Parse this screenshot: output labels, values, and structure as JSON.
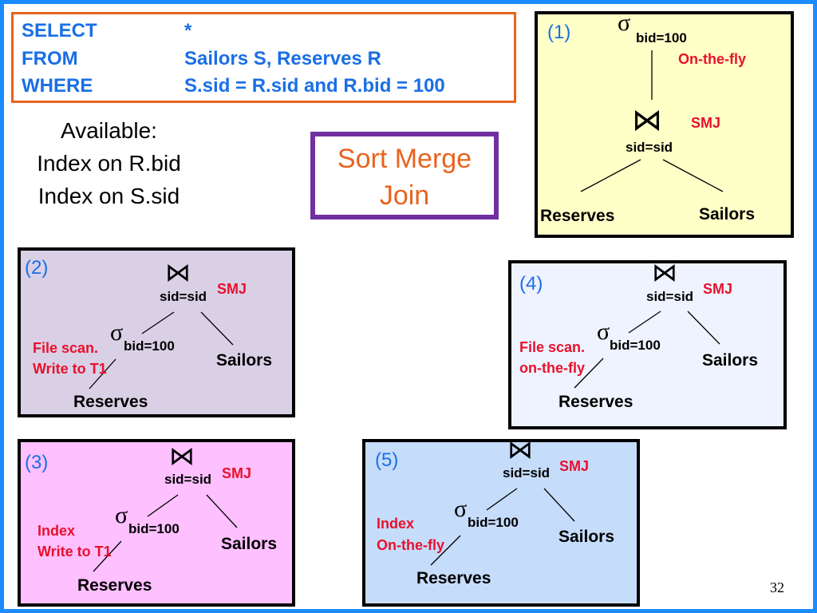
{
  "sql": {
    "select_kw": "SELECT",
    "select_val": "*",
    "from_kw": "FROM",
    "from_val": "Sailors S, Reserves R",
    "where_kw": "WHERE",
    "where_val": "S.sid =  R.sid and R.bid = 100"
  },
  "available": {
    "title": "Available:",
    "line1": "Index on R.bid",
    "line2": "Index on S.sid"
  },
  "smj_box": {
    "line1": "Sort Merge",
    "line2": "Join"
  },
  "symbols": {
    "sigma": "σ",
    "join": "⋈"
  },
  "plans": {
    "p1": {
      "num": "(1)",
      "bid": "bid=100",
      "onfly": "On-the-fly",
      "smj": "SMJ",
      "sid": "sid=sid",
      "reserves": "Reserves",
      "sailors": "Sailors"
    },
    "p2": {
      "num": "(2)",
      "sid": "sid=sid",
      "smj": "SMJ",
      "bid": "bid=100",
      "note1": "File scan.",
      "note2": "Write to T1",
      "reserves": "Reserves",
      "sailors": "Sailors"
    },
    "p3": {
      "num": "(3)",
      "sid": "sid=sid",
      "smj": "SMJ",
      "bid": "bid=100",
      "note1": "Index",
      "note2": "Write to T1",
      "reserves": "Reserves",
      "sailors": "Sailors"
    },
    "p4": {
      "num": "(4)",
      "sid": "sid=sid",
      "smj": "SMJ",
      "bid": "bid=100",
      "note1": "File scan.",
      "note2": "on-the-fly",
      "reserves": "Reserves",
      "sailors": "Sailors"
    },
    "p5": {
      "num": "(5)",
      "sid": "sid=sid",
      "smj": "SMJ",
      "bid": "bid=100",
      "note1": "Index",
      "note2": "On-the-fly",
      "reserves": "Reserves",
      "sailors": "Sailors"
    }
  },
  "page_number": "32",
  "colors": {
    "frame": "#1a8cff",
    "sql_border": "#e8631e",
    "sql_text": "#1a6fe6",
    "smj_border": "#7030a0",
    "smj_text": "#e8631e",
    "red": "#e8112d",
    "panel1_bg": "#ffffc8",
    "panel2_bg": "#d9d0e6",
    "panel3_bg": "#ffc0ff",
    "panel4_bg": "#eef3ff",
    "panel5_bg": "#c6dcfb"
  }
}
